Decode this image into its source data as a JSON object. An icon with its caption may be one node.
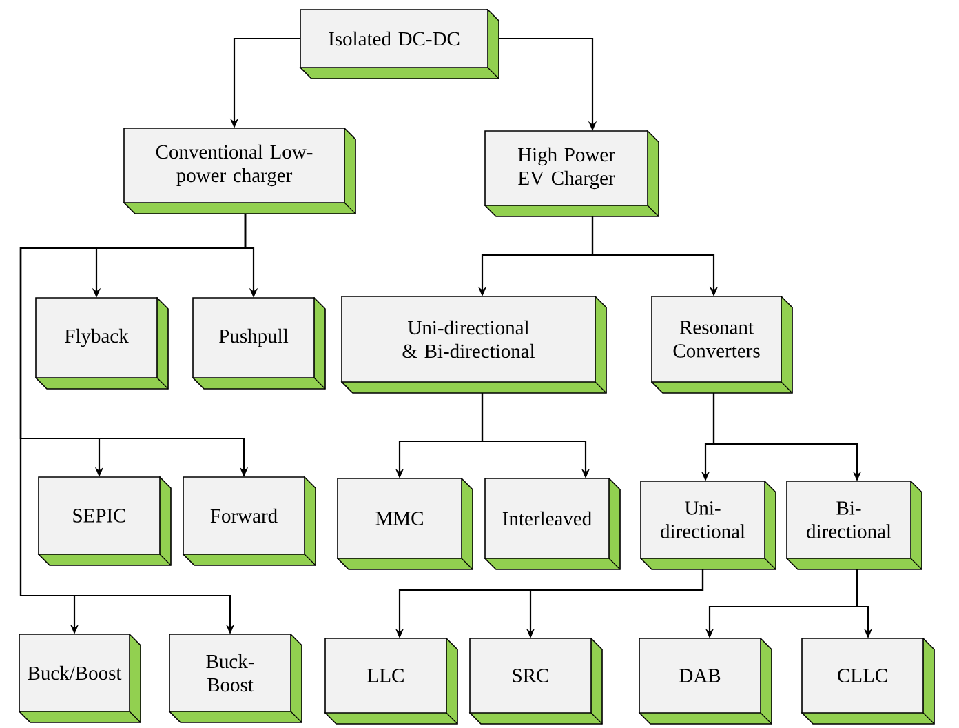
{
  "diagram": {
    "nodes": [
      {
        "text": [
          "Isolated DC-DC"
        ]
      },
      {
        "text": [
          "Conventional Low-power charger"
        ]
      },
      {
        "text": [
          "High Power EV Charger"
        ]
      },
      {
        "text": [
          "Flyback"
        ]
      },
      {
        "text": [
          "Pushpull"
        ]
      },
      {
        "text": [
          "Uni-directional & Bi-directional"
        ]
      },
      {
        "text": [
          "Resonant Converters"
        ]
      },
      {
        "text": [
          "SEPIC"
        ]
      },
      {
        "text": [
          "Forward"
        ]
      },
      {
        "text": [
          "MMC"
        ]
      },
      {
        "text": [
          "Interleaved"
        ]
      },
      {
        "text": [
          "Uni-directional"
        ]
      },
      {
        "text": [
          "Bi-directional"
        ]
      },
      {
        "text": [
          "Buck/Boost"
        ]
      },
      {
        "text": [
          "Buck-Boost"
        ]
      },
      {
        "text": [
          "LLC"
        ]
      },
      {
        "text": [
          "SRC"
        ]
      },
      {
        "text": [
          "DAB"
        ]
      },
      {
        "text": [
          "CLLC"
        ]
      }
    ],
    "edges": [
      {
        "from": 0,
        "to": 1,
        "arrow": "to"
      },
      {
        "from": 0,
        "to": 2,
        "arrow": "to"
      },
      {
        "from": 1,
        "to": 3,
        "arrow": "to"
      },
      {
        "from": 1,
        "to": 4,
        "arrow": "to"
      },
      {
        "from": 1,
        "to": 7,
        "arrow": "to"
      },
      {
        "from": 1,
        "to": 8,
        "arrow": "to"
      },
      {
        "from": 1,
        "to": 13,
        "arrow": "to"
      },
      {
        "from": 1,
        "to": 14,
        "arrow": "to"
      },
      {
        "from": 2,
        "to": 5,
        "arrow": "to"
      },
      {
        "from": 2,
        "to": 6,
        "arrow": "to"
      },
      {
        "from": 5,
        "to": 9,
        "arrow": "to"
      },
      {
        "from": 5,
        "to": 10,
        "arrow": "to"
      },
      {
        "from": 6,
        "to": 11,
        "arrow": "to"
      },
      {
        "from": 6,
        "to": 12,
        "arrow": "to"
      },
      {
        "from": 11,
        "to": 15,
        "arrow": "to"
      },
      {
        "from": 11,
        "to": 16,
        "arrow": "to"
      },
      {
        "from": 12,
        "to": 17,
        "arrow": "to"
      },
      {
        "from": 12,
        "to": 18,
        "arrow": "to"
      }
    ]
  }
}
